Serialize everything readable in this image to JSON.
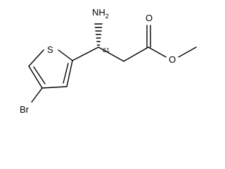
{
  "molecule": {
    "atoms": {
      "sulfur": "S",
      "amine": "NH",
      "amine_subscript": "2",
      "carbonyl_oxygen": "O",
      "ester_oxygen": "O",
      "bromine": "Br"
    },
    "stereo_label": "&1"
  },
  "colors": {
    "ink": "#000000",
    "background": "#ffffff"
  }
}
